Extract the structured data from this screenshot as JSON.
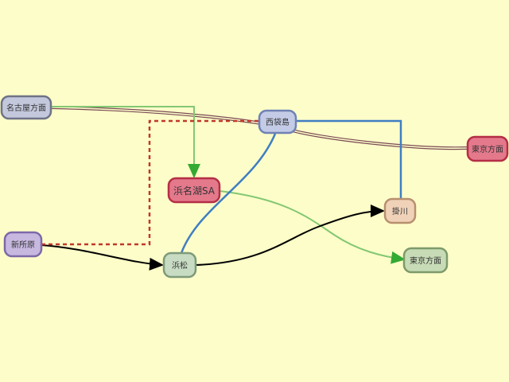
{
  "nodes": {
    "nagoya": {
      "label": "名古屋方面",
      "fill": "#c3c8dc",
      "stroke": "#6f7386"
    },
    "nishi_bashi": {
      "label": "西袋島",
      "fill": "#c3cbe6",
      "stroke": "#6f82b4"
    },
    "tokyo_top": {
      "label": "東京方面",
      "fill": "#e4798c",
      "stroke": "#b52e45"
    },
    "hamanako_sa": {
      "label": "浜名湖SA",
      "fill": "#e4798c",
      "stroke": "#b52e45"
    },
    "kakegawa": {
      "label": "掛川",
      "fill": "#efd2b8",
      "stroke": "#b88f6e"
    },
    "shin_josai": {
      "label": "新所原",
      "fill": "#c7b8e0",
      "stroke": "#7d68a8"
    },
    "hamamatsu": {
      "label": "浜松",
      "fill": "#c7dcc3",
      "stroke": "#7e9a7a"
    },
    "tokyo_bottom": {
      "label": "東京方面",
      "fill": "#c7dcb6",
      "stroke": "#7e9a6a"
    }
  },
  "edges": {
    "colors": {
      "main_road": "#7a4a55",
      "green_route": "#82c873",
      "blue_route": "#3f7ec2",
      "black_route": "#000000",
      "dashed_route": "#c0392b"
    }
  }
}
